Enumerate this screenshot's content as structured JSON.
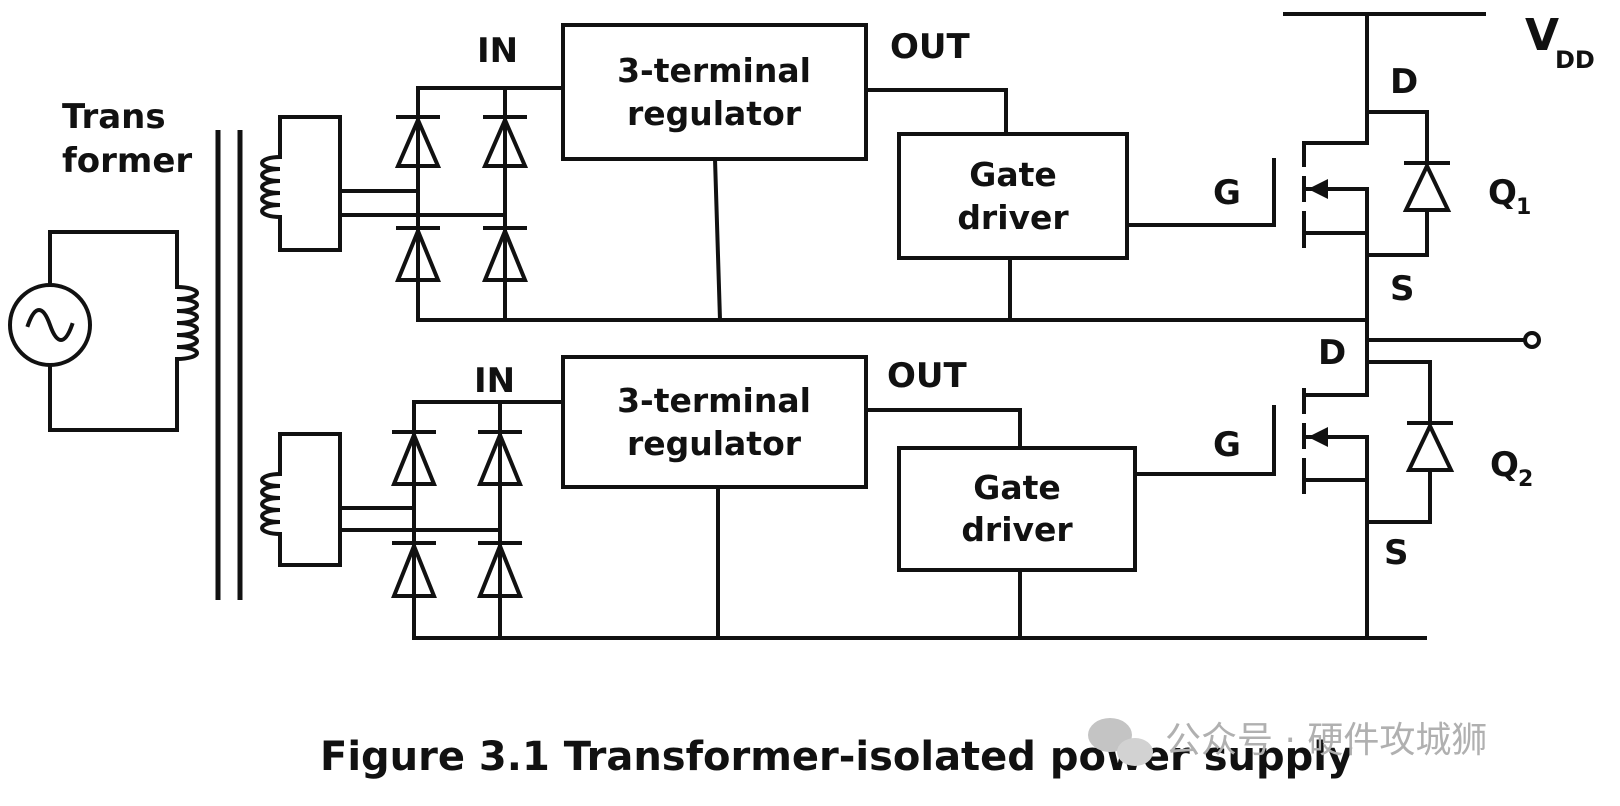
{
  "labels": {
    "transformer_line1": "Trans",
    "transformer_line2": "former",
    "vdd_main": "V",
    "vdd_sub": "DD",
    "in": "IN",
    "out": "OUT",
    "regulator_line1": "3-terminal",
    "regulator_line2": "regulator",
    "gate_driver_line1": "Gate",
    "gate_driver_line2": "driver",
    "gate": "G",
    "drain": "D",
    "source": "S",
    "q1_main": "Q",
    "q1_sub": "1",
    "q2_main": "Q",
    "q2_sub": "2"
  },
  "caption": "Figure 3.1 Transformer-isolated power supply",
  "watermark": "公众号 · 硬件攻城狮",
  "colors": {
    "ink": "#111111",
    "background": "#ffffff",
    "watermark": "#b0b0b0"
  }
}
